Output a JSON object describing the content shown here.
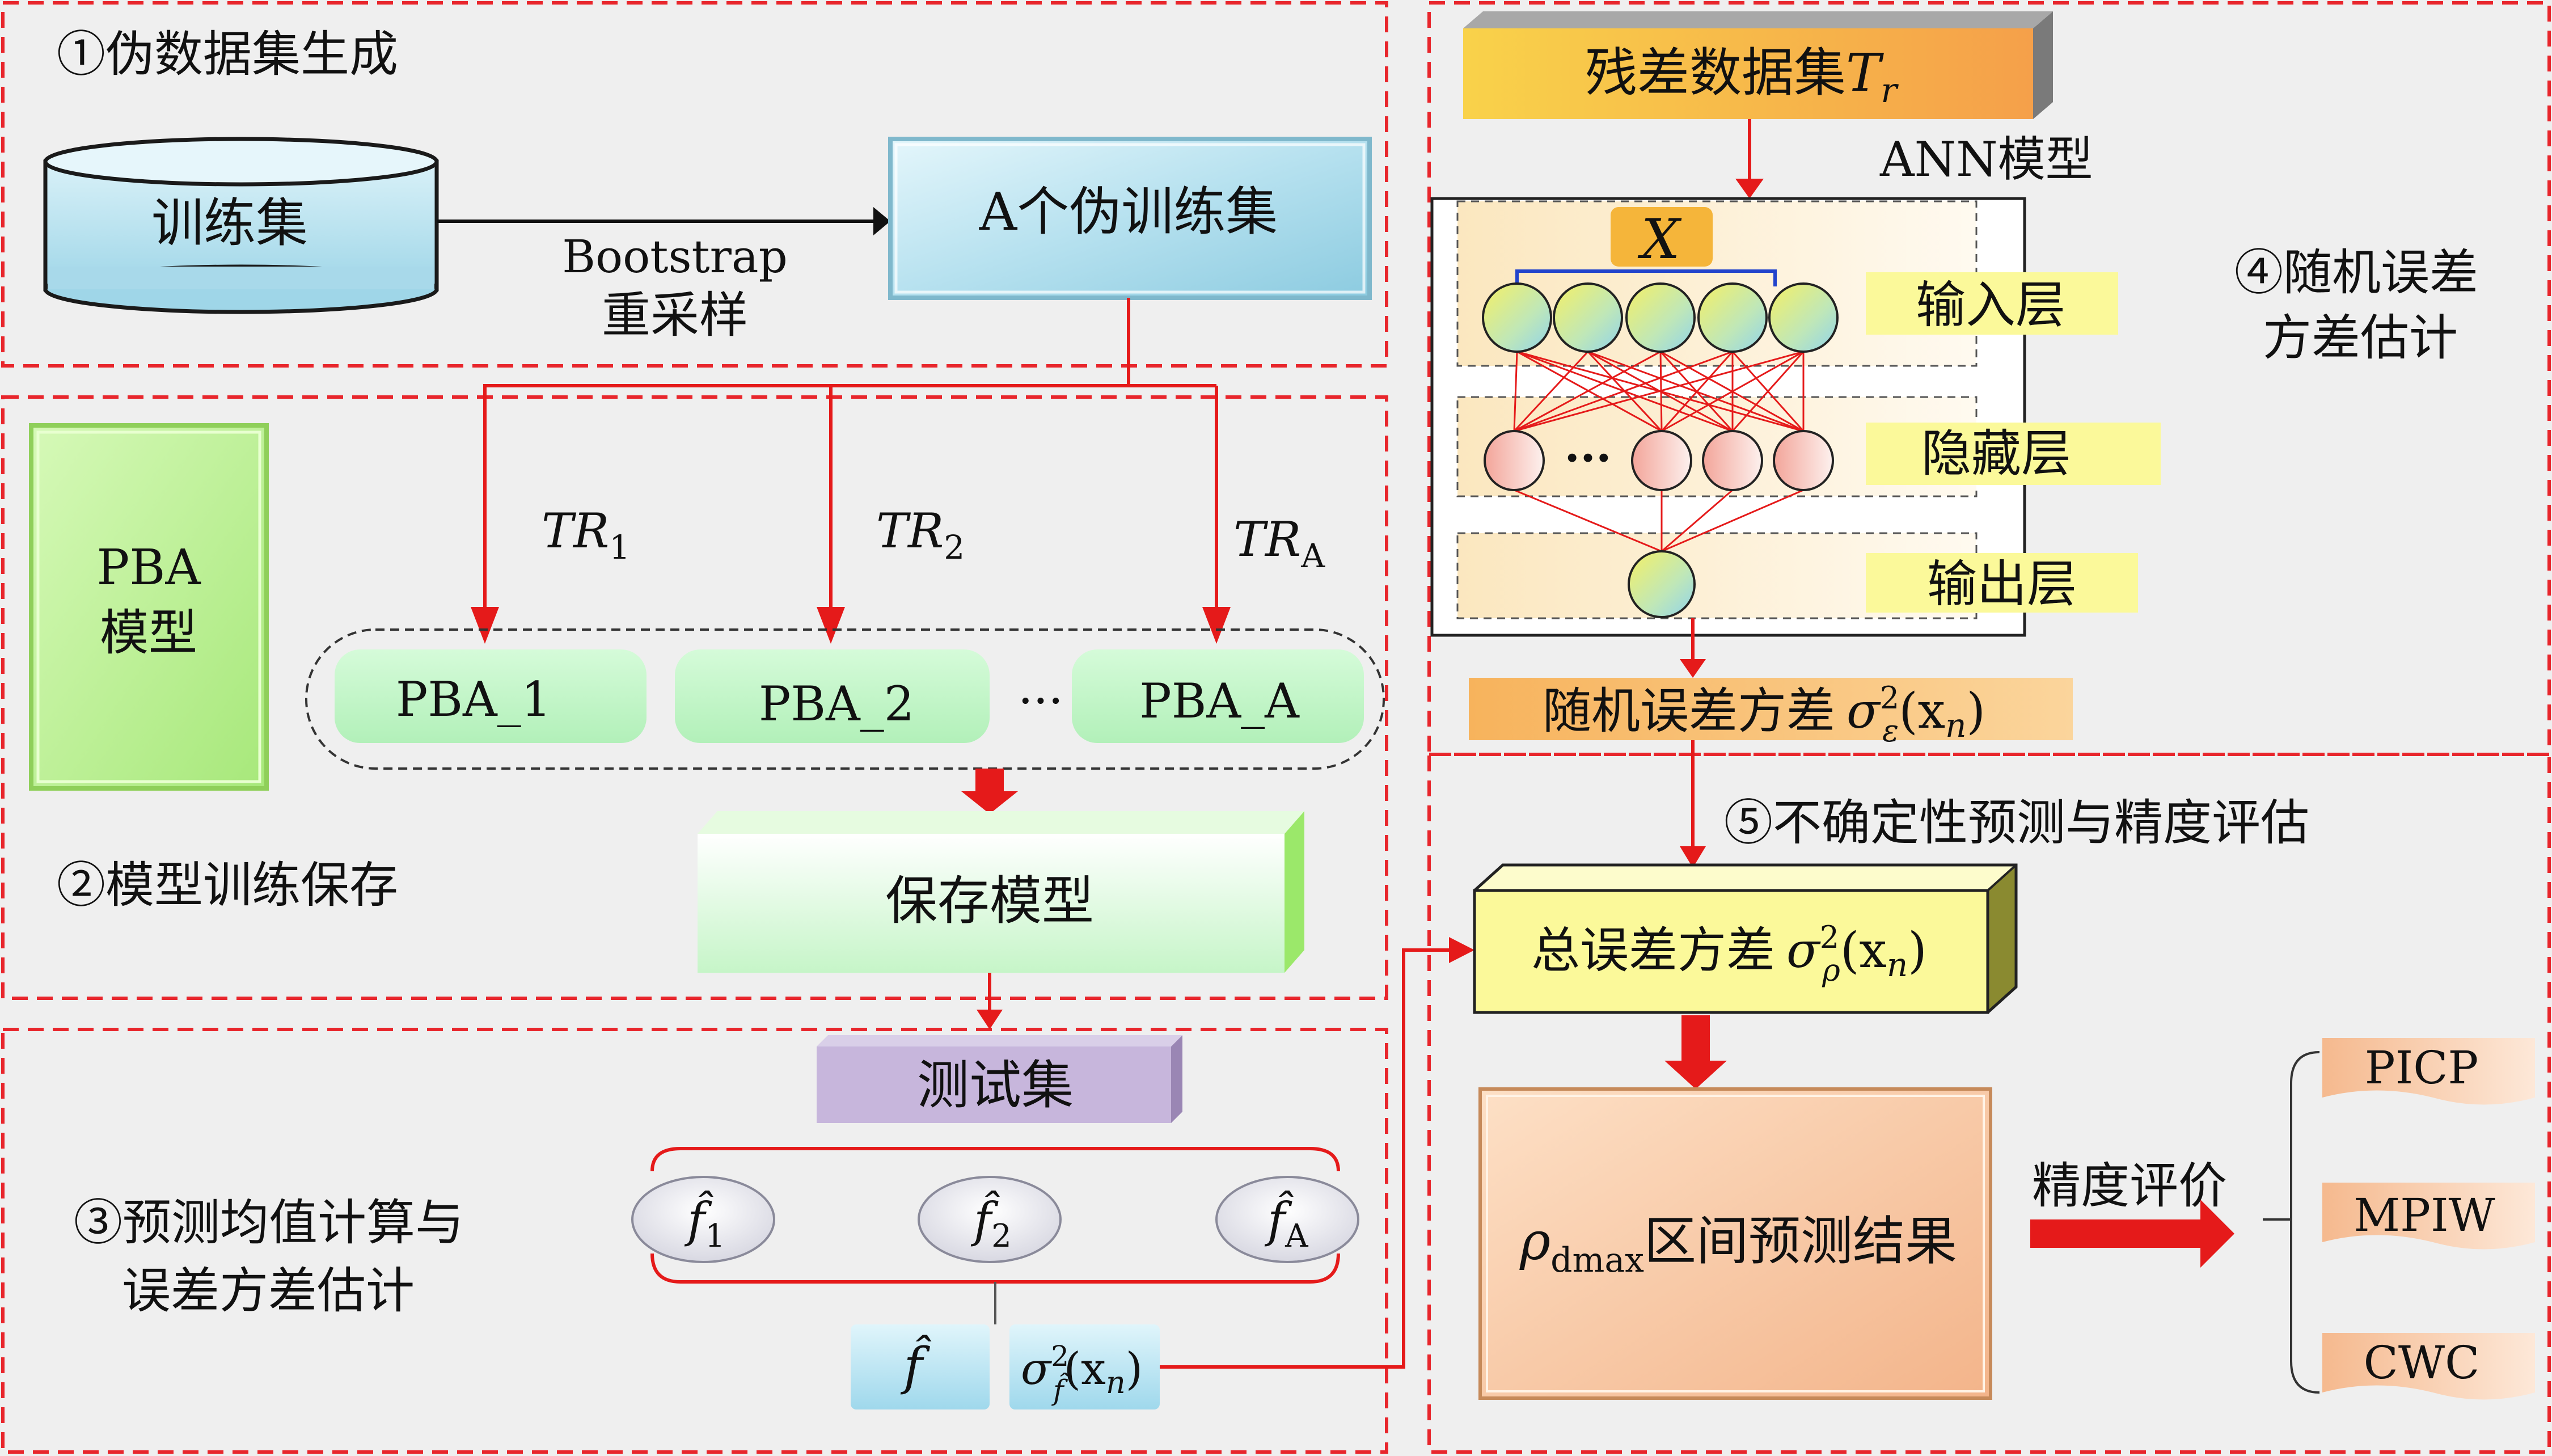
{
  "sections": {
    "s1": "①伪数据集生成",
    "s2": "②模型训练保存",
    "s3_line1": "③预测均值计算与",
    "s3_line2": "误差方差估计",
    "s4_line1": "④随机误差",
    "s4_line2": "方差估计",
    "s5": "⑤不确定性预测与精度评估"
  },
  "pseudo_data": {
    "training_set": "训练集",
    "bootstrap_line1": "Bootstrap",
    "bootstrap_line2": "重采样",
    "pseudo_training_sets": "A个伪训练集"
  },
  "training": {
    "pba_model_line1": "PBA",
    "pba_model_line2": "模型",
    "tr_base": "TR",
    "tr_subscripts": [
      "1",
      "2",
      "A"
    ],
    "pba_models": [
      "PBA_1",
      "PBA_2",
      "PBA_A"
    ],
    "ellipsis": "···",
    "save_model": "保存模型"
  },
  "prediction": {
    "test_set": "测试集",
    "f_hat": "f̂",
    "f_subscripts": [
      "1",
      "2",
      "A"
    ],
    "mean_f": "f̂",
    "variance_symbol": "σ",
    "variance_sup": "2",
    "variance_sub": "f̂",
    "variance_arg": "(x",
    "variance_arg_sub": "n",
    "variance_close": ")"
  },
  "ann": {
    "residual_dataset": "残差数据集",
    "residual_symbol": "T",
    "residual_sub": "r",
    "model_label": "ANN模型",
    "input_X": "X",
    "input_layer": "输入层",
    "hidden_layer": "隐藏层",
    "output_layer": "输出层",
    "hidden_ellipsis": "···",
    "random_var_label": "随机误差方差",
    "random_var_sub": "ε"
  },
  "evaluation": {
    "total_var_label": "总误差方差",
    "total_var_sub": "ρ",
    "interval_symbol": "ρ",
    "interval_sub": "dmax",
    "interval_label": "区间预测结果",
    "precision_eval": "精度评价",
    "metrics": [
      "PICP",
      "MPIW",
      "CWC"
    ]
  },
  "colors": {
    "dashed_border": "#e8262c",
    "arrow": "#e51a1a",
    "blue_box": "#b8e2f0",
    "green_box": "#b7f0a8",
    "peach_box": "#f7c9a0",
    "yellow_box": "#fbf99a",
    "orange_bar": "#f7a94a",
    "lavender_box": "#c8b6dc"
  }
}
